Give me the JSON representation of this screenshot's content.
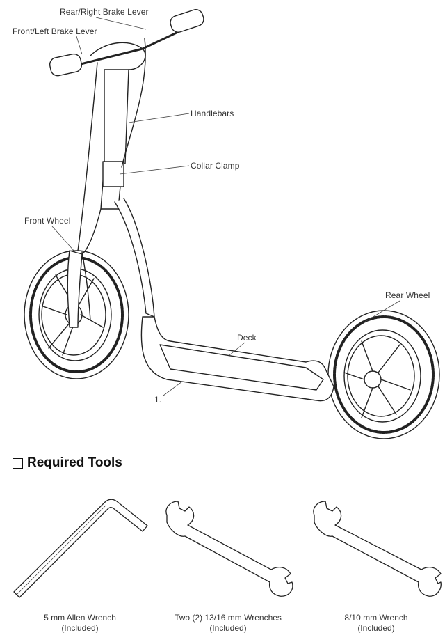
{
  "labels": {
    "rear_right_brake": "Rear/Right Brake Lever",
    "front_left_brake": "Front/Left Brake Lever",
    "handlebars": "Handlebars",
    "collar_clamp": "Collar Clamp",
    "front_wheel": "Front Wheel",
    "rear_wheel": "Rear Wheel",
    "deck": "Deck",
    "figure_number": "1."
  },
  "section": {
    "title": "Required Tools"
  },
  "tools": [
    {
      "name": "5 mm Allen Wrench",
      "note": "(Included)",
      "icon": "allen-wrench-icon"
    },
    {
      "name": "Two (2) 13/16 mm Wrenches",
      "note": "(Included)",
      "icon": "open-end-wrench-icon"
    },
    {
      "name": "8/10 mm Wrench",
      "note": "(Included)",
      "icon": "open-end-wrench-icon"
    }
  ]
}
